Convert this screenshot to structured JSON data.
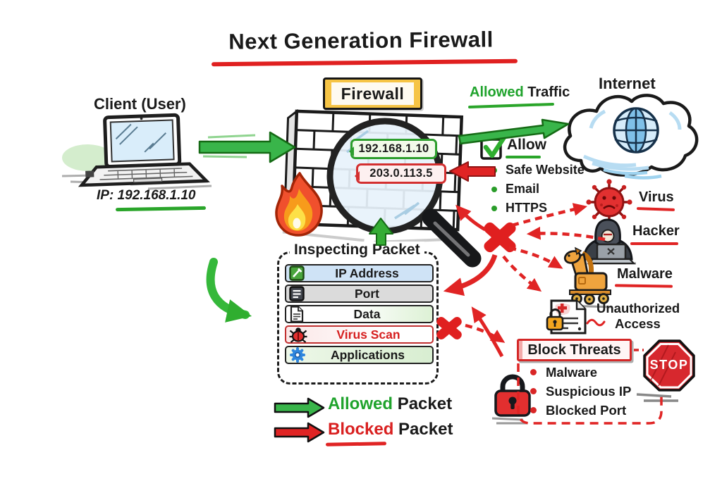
{
  "title": {
    "text": "Next Generation Firewall"
  },
  "client": {
    "name": "Client",
    "qualifier": "(User)",
    "ip_label": "IP: 192.168.1.10",
    "icon": "laptop-icon"
  },
  "firewall": {
    "sign": "Firewall",
    "inspected_allowed_ip": "192.168.1.10",
    "inspected_blocked_ip": "203.0.113.5",
    "icons": [
      "brick-wall-icon",
      "magnifier-icon",
      "flame-icon"
    ]
  },
  "allowed_traffic": {
    "word_allowed": "Allowed",
    "word_traffic": "Traffic"
  },
  "internet": {
    "title": "Internet",
    "icon": "cloud-globe-icon"
  },
  "allow_rules": {
    "title": "Allow",
    "icon": "checkbox-check-icon",
    "items": [
      "Safe Website",
      "Email",
      "HTTPS"
    ]
  },
  "threats": {
    "virus": {
      "label": "Virus",
      "icon": "virus-icon"
    },
    "hacker": {
      "label": "Hacker",
      "icon": "hacker-icon"
    },
    "malware": {
      "label": "Malware",
      "icon": "trojan-horse-icon"
    },
    "unauthorized": {
      "line1": "Unauthorized",
      "line2": "Access",
      "icon": "locked-document-icon"
    }
  },
  "inspecting_packet": {
    "title": "Inspecting Packet",
    "rows": [
      {
        "label": "IP Address",
        "icon": "ip-address-icon"
      },
      {
        "label": "Port",
        "icon": "port-list-icon"
      },
      {
        "label": "Data",
        "icon": "data-file-icon"
      },
      {
        "label": "Virus Scan",
        "icon": "virus-bug-icon"
      },
      {
        "label": "Applications",
        "icon": "applications-gear-icon"
      }
    ]
  },
  "block_threats": {
    "title": "Block Threats",
    "items": [
      "Malware",
      "Suspicious IP",
      "Blocked Port"
    ],
    "stop_sign": "STOP",
    "icons": [
      "padlock-icon",
      "stop-sign-icon"
    ]
  },
  "legend": {
    "allowed": {
      "word1": "Allowed",
      "word2": "Packet"
    },
    "blocked": {
      "word1": "Blocked",
      "word2": "Packet"
    }
  },
  "colors": {
    "green": "#2faf2f",
    "dark_green": "#156a15",
    "red": "#e02424",
    "dark_red": "#8f1212",
    "sign_yellow": "#f6c445",
    "row_blue": "#cfe3f6",
    "row_gray": "#dbdbdb",
    "row_green": "#d8eed1",
    "row_pink": "#fbe7e7",
    "globe_blue": "#4da3dc",
    "gear_blue": "#2e86de"
  }
}
